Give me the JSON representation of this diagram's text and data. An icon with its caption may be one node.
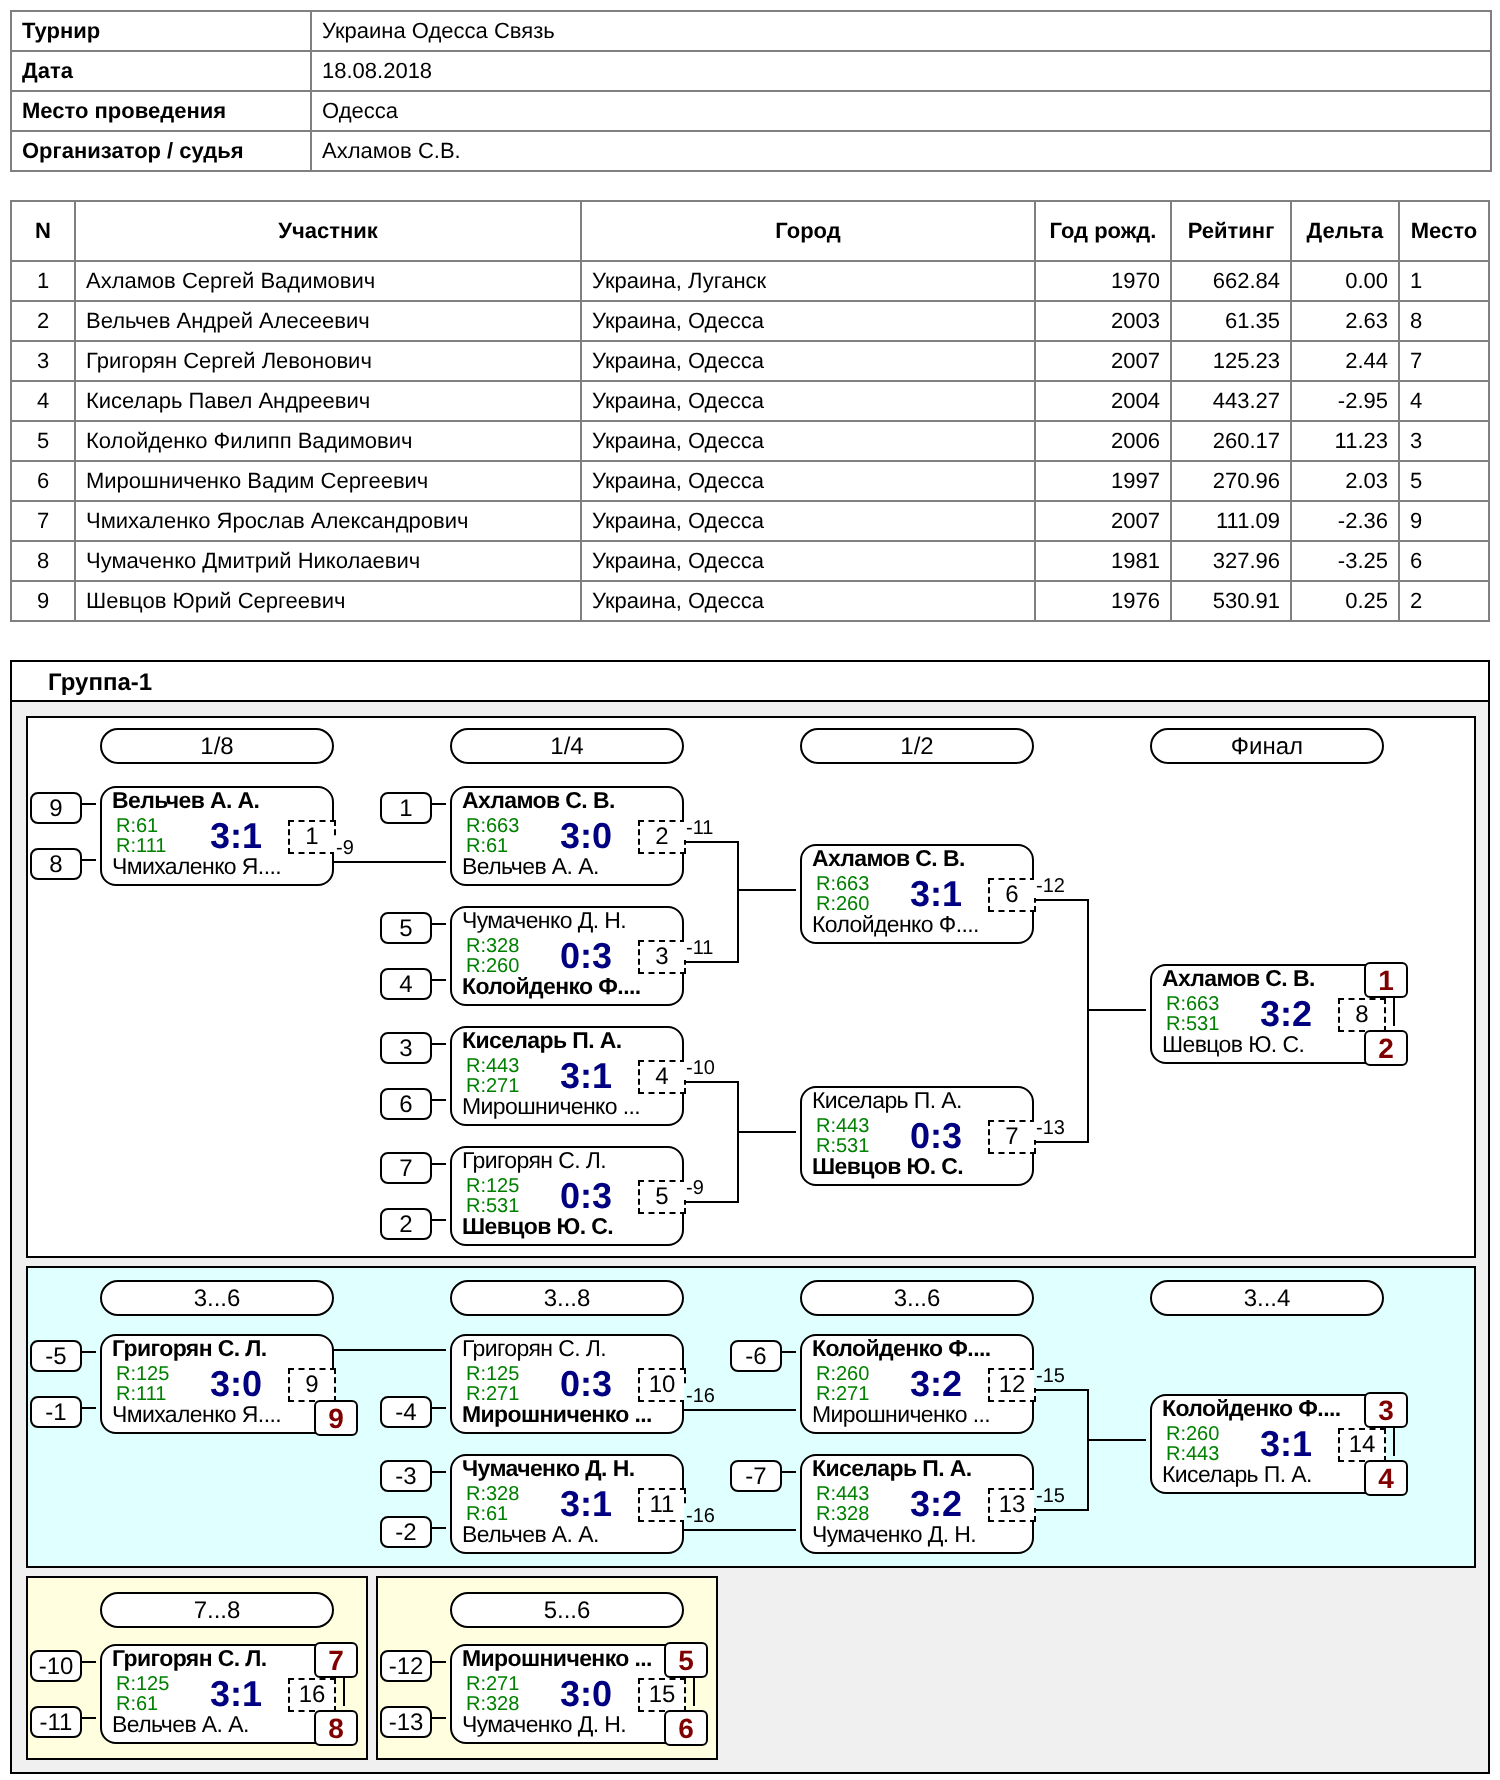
{
  "diagram": {
    "nodes": [
      {
        "text": [
          "Группа-1"
        ]
      },
      {
        "text": [],
        "shape": "box",
        "in": 0
      },
      {
        "text": [],
        "shape": "box",
        "in": 0
      },
      {
        "text": [],
        "shape": "box",
        "in": 0
      },
      {
        "text": [],
        "shape": "box",
        "in": 0
      },
      {
        "text": [
          "1/8"
        ],
        "in": 1
      },
      {
        "text": [
          "1/4"
        ],
        "in": 1
      },
      {
        "text": [
          "1/2"
        ],
        "in": 1
      },
      {
        "text": [
          "Финал"
        ],
        "in": 1
      },
      {
        "text": [
          "9"
        ],
        "in": 1
      },
      {
        "text": [
          "8"
        ],
        "in": 1
      },
      {
        "text": [
          "Вельчев А. А.",
          "R:61",
          "R:111",
          "3:1",
          "Чмихаленко Я...."
        ],
        "in": 1
      },
      {
        "text": [
          "1"
        ],
        "in": 11
      },
      {
        "text": [
          "1"
        ],
        "in": 1
      },
      {
        "text": [
          "Ахламов С. В.",
          "R:663",
          "R:61",
          "3:0",
          "Вельчев А. А."
        ],
        "in": 1
      },
      {
        "text": [
          "2"
        ],
        "in": 14
      },
      {
        "text": [
          "5"
        ],
        "in": 1
      },
      {
        "text": [
          "4"
        ],
        "in": 1
      },
      {
        "text": [
          "Чумаченко Д. Н.",
          "R:328",
          "R:260",
          "0:3",
          "Колойденко Ф...."
        ],
        "in": 1
      },
      {
        "text": [
          "3"
        ],
        "in": 18
      },
      {
        "text": [
          "3"
        ],
        "in": 1
      },
      {
        "text": [
          "6"
        ],
        "in": 1
      },
      {
        "text": [
          "Киселарь П. А.",
          "R:443",
          "R:271",
          "3:1",
          "Мирошниченко ..."
        ],
        "in": 1
      },
      {
        "text": [
          "4"
        ],
        "in": 22
      },
      {
        "text": [
          "7"
        ],
        "in": 1
      },
      {
        "text": [
          "2"
        ],
        "in": 1
      },
      {
        "text": [
          "Григорян С. Л.",
          "R:125",
          "R:531",
          "0:3",
          "Шевцов Ю. С."
        ],
        "in": 1
      },
      {
        "text": [
          "5"
        ],
        "in": 26
      },
      {
        "text": [
          "Ахламов С. В.",
          "R:663",
          "R:260",
          "3:1",
          "Колойденко Ф...."
        ],
        "in": 1
      },
      {
        "text": [
          "6"
        ],
        "in": 28
      },
      {
        "text": [
          "Киселарь П. А.",
          "R:443",
          "R:531",
          "0:3",
          "Шевцов Ю. С."
        ],
        "in": 1
      },
      {
        "text": [
          "7"
        ],
        "in": 30
      },
      {
        "text": [
          "Ахламов С. В.",
          "R:663",
          "R:531",
          "3:2",
          "Шевцов Ю. С."
        ],
        "in": 1
      },
      {
        "text": [
          "8"
        ],
        "in": 32
      },
      {
        "text": [
          "1"
        ],
        "in": 1
      },
      {
        "text": [
          "2"
        ],
        "in": 1
      },
      {
        "text": [
          "3...6"
        ],
        "in": 2
      },
      {
        "text": [
          "3...8"
        ],
        "in": 2
      },
      {
        "text": [
          "3...6"
        ],
        "in": 2
      },
      {
        "text": [
          "3...4"
        ],
        "in": 2
      },
      {
        "text": [
          "-5"
        ],
        "in": 2
      },
      {
        "text": [
          "-1"
        ],
        "in": 2
      },
      {
        "text": [
          "Григорян С. Л.",
          "R:125",
          "R:111",
          "3:0",
          "Чмихаленко Я...."
        ],
        "in": 2
      },
      {
        "text": [
          "9"
        ],
        "in": 42
      },
      {
        "text": [
          "9"
        ],
        "in": 2
      },
      {
        "text": [
          "-4"
        ],
        "in": 2
      },
      {
        "text": [
          "Григорян С. Л.",
          "R:125",
          "R:271",
          "0:3",
          "Мирошниченко ..."
        ],
        "in": 2
      },
      {
        "text": [
          "10"
        ],
        "in": 46
      },
      {
        "text": [
          "-3"
        ],
        "in": 2
      },
      {
        "text": [
          "-2"
        ],
        "in": 2
      },
      {
        "text": [
          "Чумаченко Д. Н.",
          "R:328",
          "R:61",
          "3:1",
          "Вельчев А. А."
        ],
        "in": 2
      },
      {
        "text": [
          "11"
        ],
        "in": 50
      },
      {
        "text": [
          "-6"
        ],
        "in": 2
      },
      {
        "text": [
          "Колойденко Ф....",
          "R:260",
          "R:271",
          "3:2",
          "Мирошниченко ..."
        ],
        "in": 2
      },
      {
        "text": [
          "12"
        ],
        "in": 53
      },
      {
        "text": [
          "-7"
        ],
        "in": 2
      },
      {
        "text": [
          "Киселарь П. А.",
          "R:443",
          "R:328",
          "3:2",
          "Чумаченко Д. Н."
        ],
        "in": 2
      },
      {
        "text": [
          "13"
        ],
        "in": 56
      },
      {
        "text": [
          "Колойденко Ф....",
          "R:260",
          "R:443",
          "3:1",
          "Киселарь П. А."
        ],
        "in": 2
      },
      {
        "text": [
          "14"
        ],
        "in": 58
      },
      {
        "text": [
          "3"
        ],
        "in": 2
      },
      {
        "text": [
          "4"
        ],
        "in": 2
      },
      {
        "text": [
          "7...8"
        ],
        "in": 3
      },
      {
        "text": [
          "-10"
        ],
        "in": 3
      },
      {
        "text": [
          "-11"
        ],
        "in": 3
      },
      {
        "text": [
          "Григорян С. Л.",
          "R:125",
          "R:61",
          "3:1",
          "Вельчев А. А."
        ],
        "in": 3
      },
      {
        "text": [
          "16"
        ],
        "in": 65
      },
      {
        "text": [
          "7"
        ],
        "in": 3
      },
      {
        "text": [
          "8"
        ],
        "in": 3
      },
      {
        "text": [
          "5...6"
        ],
        "in": 4
      },
      {
        "text": [
          "-12"
        ],
        "in": 4
      },
      {
        "text": [
          "-13"
        ],
        "in": 4
      },
      {
        "text": [
          "Мирошниченко ...",
          "R:271",
          "R:328",
          "3:0",
          "Чумаченко Д. Н."
        ],
        "in": 4
      },
      {
        "text": [
          "15"
        ],
        "in": 72
      },
      {
        "text": [
          "5"
        ],
        "in": 4
      },
      {
        "text": [
          "6"
        ],
        "in": 4
      }
    ],
    "edges": [
      {
        "from": 9,
        "to": 11,
        "arrow": "none"
      },
      {
        "from": 10,
        "to": 11,
        "arrow": "none"
      },
      {
        "from": 13,
        "to": 14,
        "arrow": "none"
      },
      {
        "from": 16,
        "to": 18,
        "arrow": "none"
      },
      {
        "from": 17,
        "to": 18,
        "arrow": "none"
      },
      {
        "from": 20,
        "to": 22,
        "arrow": "none"
      },
      {
        "from": 21,
        "to": 22,
        "arrow": "none"
      },
      {
        "from": 24,
        "to": 26,
        "arrow": "none"
      },
      {
        "from": 25,
        "to": 26,
        "arrow": "none"
      },
      {
        "from": 40,
        "to": 42,
        "arrow": "none"
      },
      {
        "from": 41,
        "to": 42,
        "arrow": "none"
      },
      {
        "from": 45,
        "to": 46,
        "arrow": "none"
      },
      {
        "from": 48,
        "to": 50,
        "arrow": "none"
      },
      {
        "from": 49,
        "to": 50,
        "arrow": "none"
      },
      {
        "from": 52,
        "to": 53,
        "arrow": "none"
      },
      {
        "from": 55,
        "to": 56,
        "arrow": "none"
      },
      {
        "from": 63,
        "to": 65,
        "arrow": "none"
      },
      {
        "from": 64,
        "to": 65,
        "arrow": "none"
      },
      {
        "from": 70,
        "to": 72,
        "arrow": "none"
      },
      {
        "from": 71,
        "to": 72,
        "arrow": "none"
      },
      {
        "from": 11,
        "to": 14,
        "arrow": "none",
        "label": "-9"
      },
      {
        "from": 14,
        "to": 28,
        "arrow": "none",
        "label": "-11"
      },
      {
        "from": 18,
        "to": 28,
        "arrow": "none",
        "label": "-11"
      },
      {
        "from": 22,
        "to": 30,
        "arrow": "none",
        "label": "-10"
      },
      {
        "from": 26,
        "to": 30,
        "arrow": "none",
        "label": "-9"
      },
      {
        "from": 28,
        "to": 32,
        "arrow": "none",
        "label": "-12"
      },
      {
        "from": 30,
        "to": 32,
        "arrow": "none",
        "label": "-13"
      },
      {
        "from": 42,
        "to": 46,
        "arrow": "none"
      },
      {
        "from": 46,
        "to": 53,
        "arrow": "none",
        "label": "-16"
      },
      {
        "from": 50,
        "to": 56,
        "arrow": "none",
        "label": "-16"
      },
      {
        "from": 53,
        "to": 58,
        "arrow": "none",
        "label": "-15"
      },
      {
        "from": 56,
        "to": 58,
        "arrow": "none",
        "label": "-15"
      },
      {
        "from": 34,
        "to": 35,
        "arrow": "none"
      },
      {
        "from": 60,
        "to": 61,
        "arrow": "none"
      },
      {
        "from": 67,
        "to": 68,
        "arrow": "none"
      },
      {
        "from": 74,
        "to": 75,
        "arrow": "none"
      }
    ],
    "labels": [
      "Турнир",
      "Украина Одесса Связь",
      "Дата",
      "18.08.2018",
      "Место проведения",
      "Одесса",
      "Организатор / судья",
      "Ахламов С.В.",
      "N",
      "Участник",
      "Город",
      "Год рожд.",
      "Рейтинг",
      "Дельта",
      "Место",
      "1",
      "Ахламов Сергей Вадимович",
      "Украина, Луганск",
      "1970",
      "662.84",
      "0.00",
      "1",
      "2",
      "Вельчев Андрей Алесеевич",
      "Украина, Одесса",
      "2003",
      "61.35",
      "2.63",
      "8",
      "3",
      "Григорян Сергей Левонович",
      "Украина, Одесса",
      "2007",
      "125.23",
      "2.44",
      "7",
      "4",
      "Киселарь Павел Андреевич",
      "Украина, Одесса",
      "2004",
      "443.27",
      "-2.95",
      "4",
      "5",
      "Колойденко Филипп Вадимович",
      "Украина, Одесса",
      "2006",
      "260.17",
      "11.23",
      "3",
      "6",
      "Мирошниченко Вадим Сергеевич",
      "Украина, Одесса",
      "1997",
      "270.96",
      "2.03",
      "5",
      "7",
      "Чмихаленко Ярослав Александрович",
      "Украина, Одесса",
      "2007",
      "111.09",
      "-2.36",
      "9",
      "8",
      "Чумаченко Дмитрий Николаевич",
      "Украина, Одесса",
      "1981",
      "327.96",
      "-3.25",
      "6",
      "9",
      "Шевцов Юрий Сергеевич",
      "Украина, Одесса",
      "1976",
      "530.91",
      "0.25",
      "2"
    ]
  }
}
